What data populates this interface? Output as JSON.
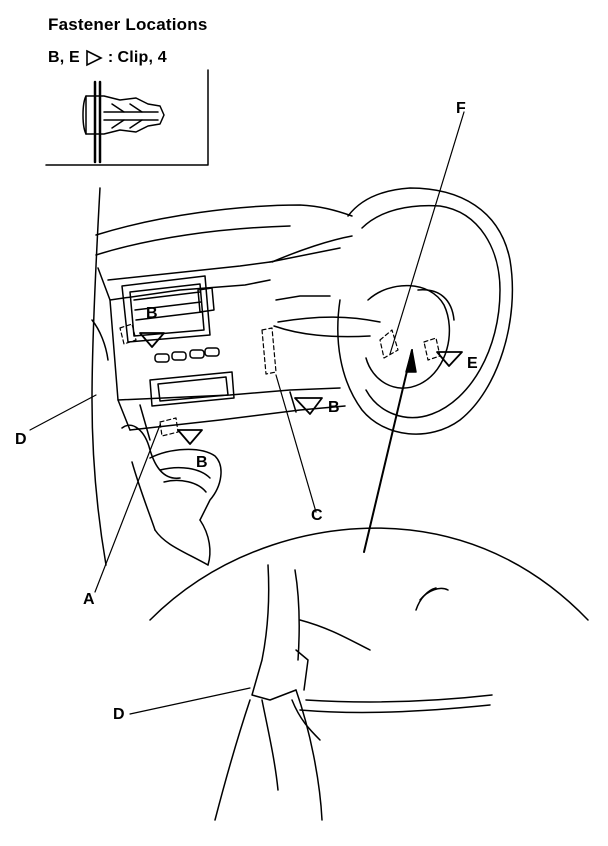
{
  "title": "Fastener Locations",
  "legend": {
    "codes": "B, E",
    "separator": ":",
    "description": "Clip, 4"
  },
  "callouts": {
    "A": "A",
    "B1": "B",
    "B2": "B",
    "B3": "B",
    "C": "C",
    "D1": "D",
    "D2": "D",
    "E": "E",
    "F": "F"
  },
  "colors": {
    "ink": "#000000",
    "paper": "#ffffff"
  }
}
